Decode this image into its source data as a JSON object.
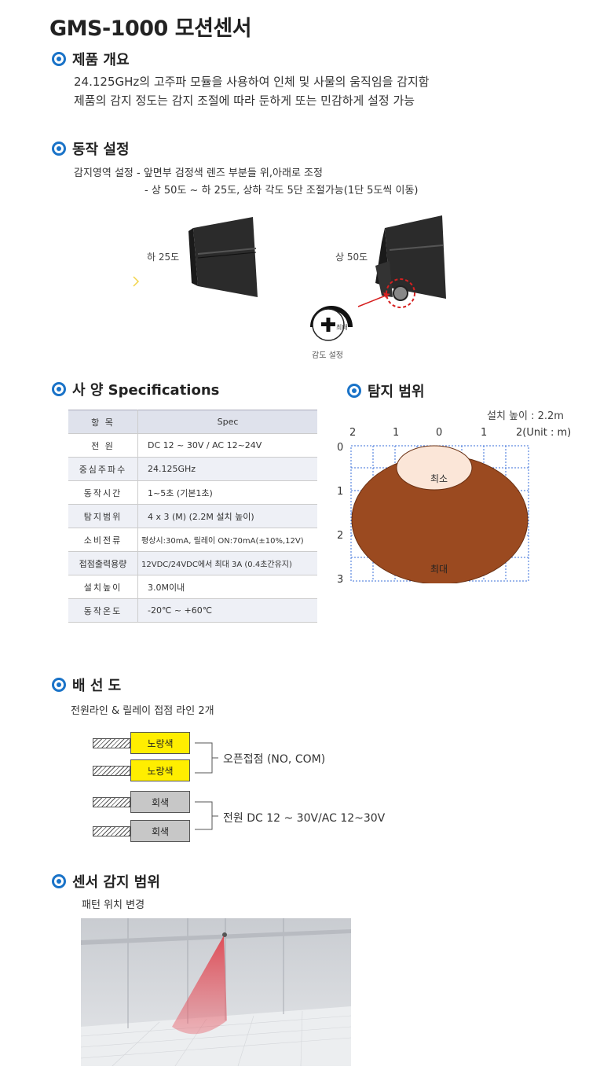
{
  "title": "GMS-1000 모션센서",
  "overview": {
    "heading": "제품 개요",
    "line1": "24.125GHz의 고주파 모듈을 사용하여 인체 및 사물의 움직임을 감지함",
    "line2": "제품의 감지 정도는 감지 조절에 따라 둔하게 또는 민감하게 설정 가능"
  },
  "operation": {
    "heading": "동작 설정",
    "line1": "감지영역 설정 - 앞면부 검정색 렌즈 부분들 위,아래로 조정",
    "line2": "- 상 50도 ~ 하 25도, 상하 각도 5단 조절가능(1단 5도씩 이동)",
    "label_down": "하 25도",
    "label_up": "상 50도",
    "max_label": "최대",
    "sensitivity_label": "감도 설정"
  },
  "spec": {
    "heading": "사 양 Specifications",
    "col_item": "항 목",
    "col_spec": "Spec",
    "rows": [
      {
        "k": "전 원",
        "v": "DC 12 ~ 30V / AC 12~24V"
      },
      {
        "k": "중심주파수",
        "v": "24.125GHz"
      },
      {
        "k": "동작시간",
        "v": "1~5초 (기본1초)"
      },
      {
        "k": "탐지범위",
        "v": "4 x 3 (M) (2.2M 설치 높이)"
      },
      {
        "k": "소비전류",
        "v": "평상시:30mA, 릴레이 ON:70mA(±10%,12V)"
      },
      {
        "k": "접점출력용량",
        "v": "12VDC/24VDC에서 최대 3A (0.4초간유지)"
      },
      {
        "k": "설치높이",
        "v": "3.0M이내"
      },
      {
        "k": "동작온도",
        "v": "-20℃ ~ +60℃"
      }
    ]
  },
  "range": {
    "heading": "탐지 범위",
    "install_height": "설치 높이 : 2.2m",
    "x_ticks": [
      "2",
      "1",
      "0",
      "1",
      "2(Unit : m)"
    ],
    "y_ticks": [
      "0",
      "1",
      "2",
      "3"
    ],
    "min_label": "최소",
    "max_label": "최대",
    "colors": {
      "max_area": "#9b4a20",
      "min_area": "#fbe6d8",
      "grid": "#3a6fd8"
    }
  },
  "wiring": {
    "heading": "배 선 도",
    "subtitle": "전원라인 & 릴레이 접점 라인 2개",
    "wires": [
      "노랑색",
      "노랑색",
      "회색",
      "회색"
    ],
    "contact_label": "오픈접점 (NO, COM)",
    "power_label": "전원 DC 12 ~ 30V/AC 12~30V",
    "colors": {
      "yellow": "#ffee00",
      "gray": "#c7c7c7"
    }
  },
  "sensor_range": {
    "heading": "센서 감지 범위",
    "subtitle": "패턴 위치 변경"
  }
}
